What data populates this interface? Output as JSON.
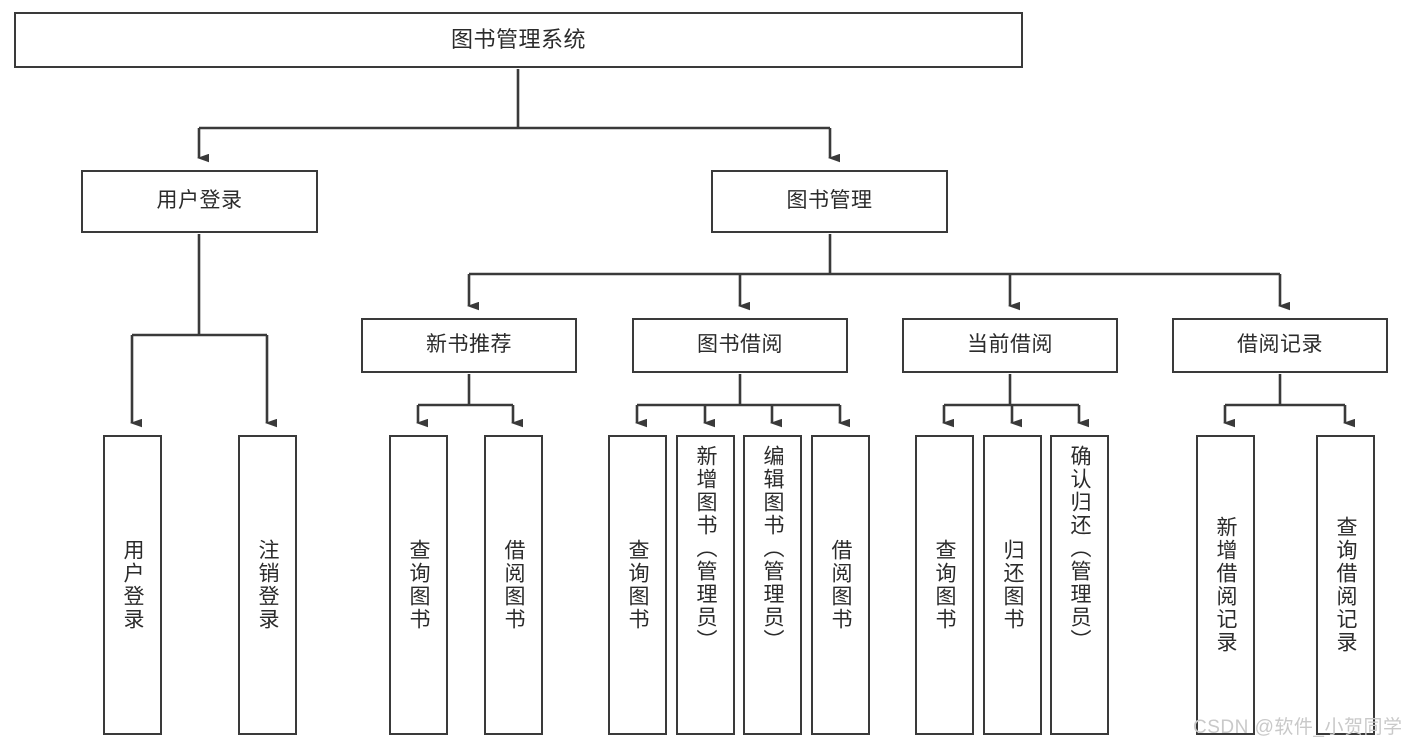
{
  "diagram": {
    "title": "图书管理系统",
    "watermark": "CSDN @软件_小贺同学",
    "line_color": "#3a3a3a",
    "text_color": "#2b2b2b",
    "background": "#ffffff",
    "watermark_color": "#c9c9c9",
    "root": {
      "label": "图书管理系统"
    },
    "level2": [
      {
        "label": "用户登录"
      },
      {
        "label": "图书管理"
      }
    ],
    "level3": [
      {
        "label": "新书推荐"
      },
      {
        "label": "图书借阅"
      },
      {
        "label": "当前借阅"
      },
      {
        "label": "借阅记录"
      }
    ],
    "leaves": {
      "user_login": [
        {
          "label": "用户登录"
        },
        {
          "label": "注销登录"
        }
      ],
      "new_book_recommend": [
        {
          "label": "查询图书"
        },
        {
          "label": "借阅图书"
        }
      ],
      "book_borrow": [
        {
          "label": "查询图书"
        },
        {
          "label": "新增图书（管理员）"
        },
        {
          "label": "编辑图书（管理员）"
        },
        {
          "label": "借阅图书"
        }
      ],
      "current_borrow": [
        {
          "label": "查询图书"
        },
        {
          "label": "归还图书"
        },
        {
          "label": "确认归还（管理员）"
        }
      ],
      "borrow_record": [
        {
          "label": "新增借阅记录"
        },
        {
          "label": "查询借阅记录"
        }
      ]
    }
  }
}
